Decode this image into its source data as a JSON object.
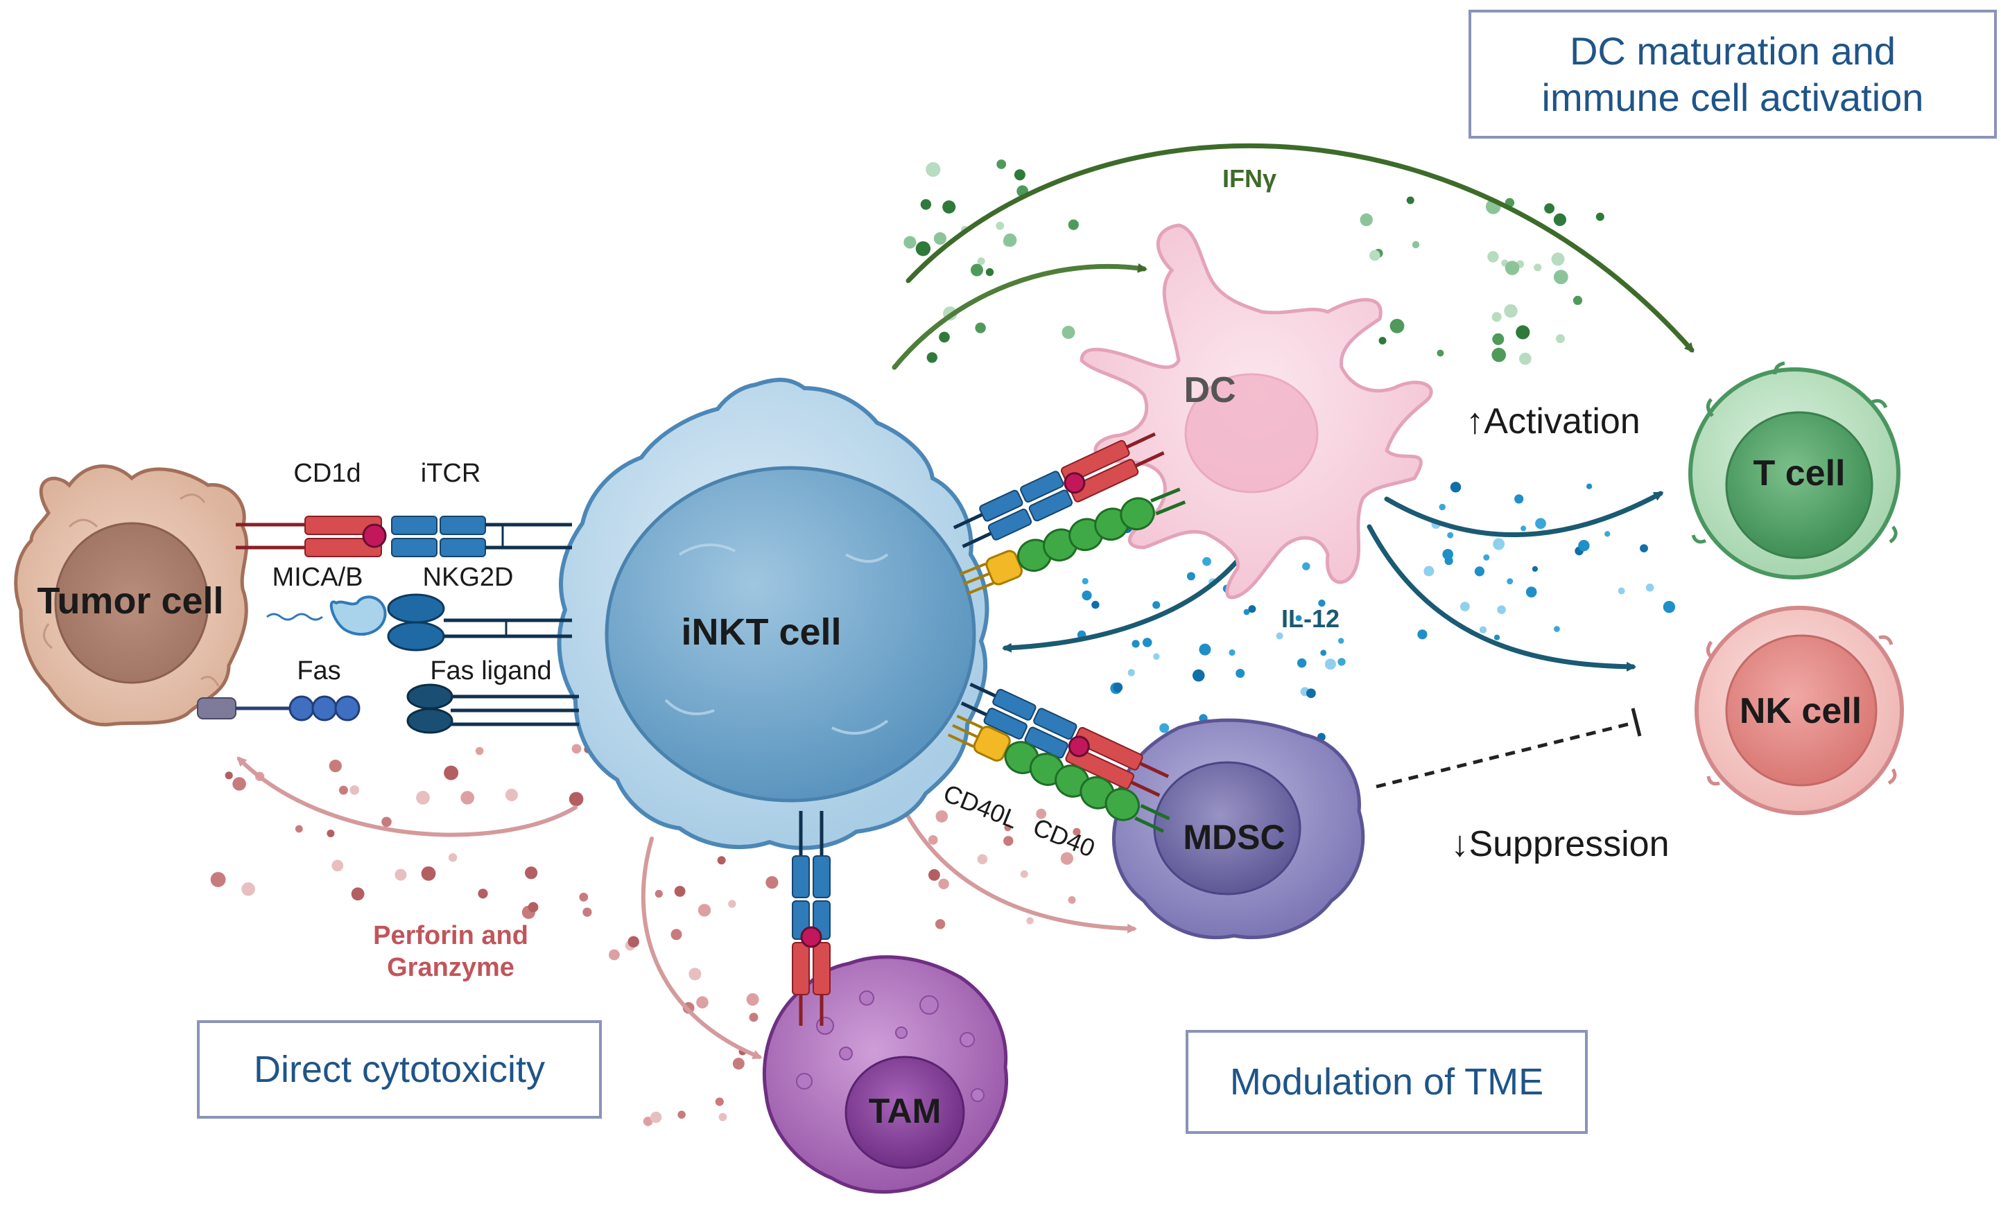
{
  "cells": {
    "tumor": "Tumor cell",
    "inkt": "iNKT cell",
    "dc": "DC",
    "tcell": "T cell",
    "nkcell": "NK cell",
    "mdsc": "MDSC",
    "tam": "TAM"
  },
  "receptors": {
    "cd1d": "CD1d",
    "itcr": "iTCR",
    "mica": "MICA/B",
    "nkg2d": "NKG2D",
    "fas": "Fas",
    "fasl": "Fas ligand",
    "cd40l": "CD40L",
    "cd40": "CD40"
  },
  "mediators": {
    "ifng": "IFNγ",
    "il12": "IL-12",
    "perforin_line1": "Perforin and",
    "perforin_line2": "Granzyme"
  },
  "effects": {
    "activation": "↑Activation",
    "suppression": "↓Suppression"
  },
  "boxes": {
    "dc_maturation": "DC maturation and\nimmune cell activation",
    "direct_cytotoxicity": "Direct cytotoxicity",
    "modulation_tme": "Modulation of TME"
  },
  "colors": {
    "ifng_green": "#3d6b2a",
    "il12_blue": "#1a5a72",
    "perforin_red": "#c0555a",
    "box_border": "#8a93b8",
    "box_text": "#1f5488"
  }
}
